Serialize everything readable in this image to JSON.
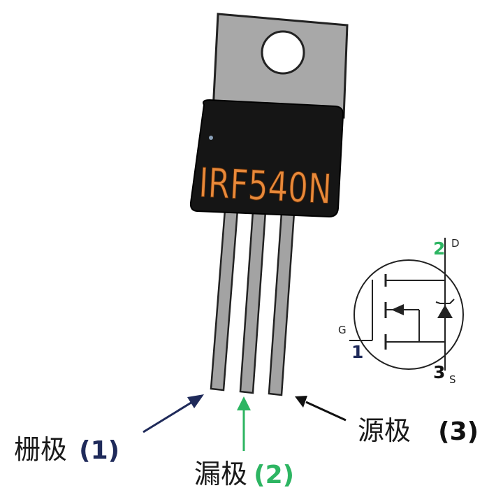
{
  "part_marking": "IRF540N",
  "pin_labels": {
    "gate": {
      "name": "栅极",
      "number": "(1)"
    },
    "drain": {
      "name": "漏极",
      "number": "(2)"
    },
    "source": {
      "name": "源极",
      "number": "(3)"
    }
  },
  "symbol": {
    "gate_letter": "G",
    "drain_letter": "D",
    "source_letter": "S",
    "gate_number": "1",
    "drain_number": "2",
    "source_number": "3"
  },
  "colors": {
    "gate": "#1f2a5a",
    "drain": "#2db562",
    "source": "#111111",
    "marking": "#e8893a",
    "tab": "#a8a8a8",
    "body": "#151515",
    "pins": "#a3a3a3"
  }
}
